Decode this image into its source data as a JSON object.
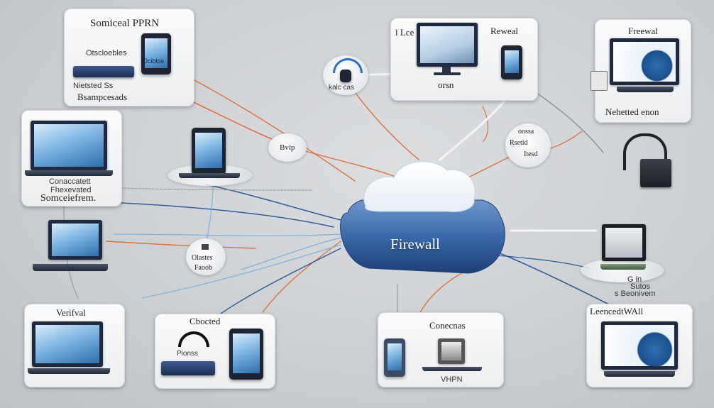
{
  "cloud": {
    "label": "Firewall"
  },
  "cards": {
    "top_left": {
      "title": "Somiceal PPRN",
      "caption1": "Otscloebles",
      "caption2": "Nietsted Ss",
      "caption3": "Bsampcesads",
      "device_text": "Ociblos"
    },
    "top_center": {
      "title_left": "l Lce",
      "title_right": "Reweal",
      "caption": "orsn"
    },
    "top_right": {
      "title": "Freewal",
      "caption": "Nehetted enon"
    },
    "mid_left": {
      "caption1": "Conaccatett",
      "caption2": "Fhexevated",
      "title": "Somceiefrem."
    },
    "bottom_left": {
      "title": "Verifval"
    },
    "bottom_mid_left": {
      "title": "Cbocted",
      "caption": "Pionss"
    },
    "bottom_center": {
      "title": "Conecnas",
      "caption": "VHPN"
    },
    "bottom_right": {
      "title": "LeencedtWAll"
    }
  },
  "hubs": {
    "wifi_phone": {
      "label": "kalc cas"
    },
    "bvp": {
      "label": "Bvip"
    },
    "right_hub": {
      "label1": "oossa",
      "label2": "Rsetid",
      "label3": "Itesd"
    },
    "left_hub": {
      "label1": "Olastes",
      "label2": "Faoob"
    }
  },
  "floating": {
    "right_mid": {
      "caption1": "G in",
      "caption2": "Sutos",
      "caption3": "s Beonivem"
    }
  },
  "colors": {
    "wire_orange": "#e0703a",
    "wire_blue": "#2f5f9a",
    "wire_light": "#7ab3dd",
    "wire_white": "#f4f4f4",
    "cloud_blue": "#2f5d9c"
  }
}
